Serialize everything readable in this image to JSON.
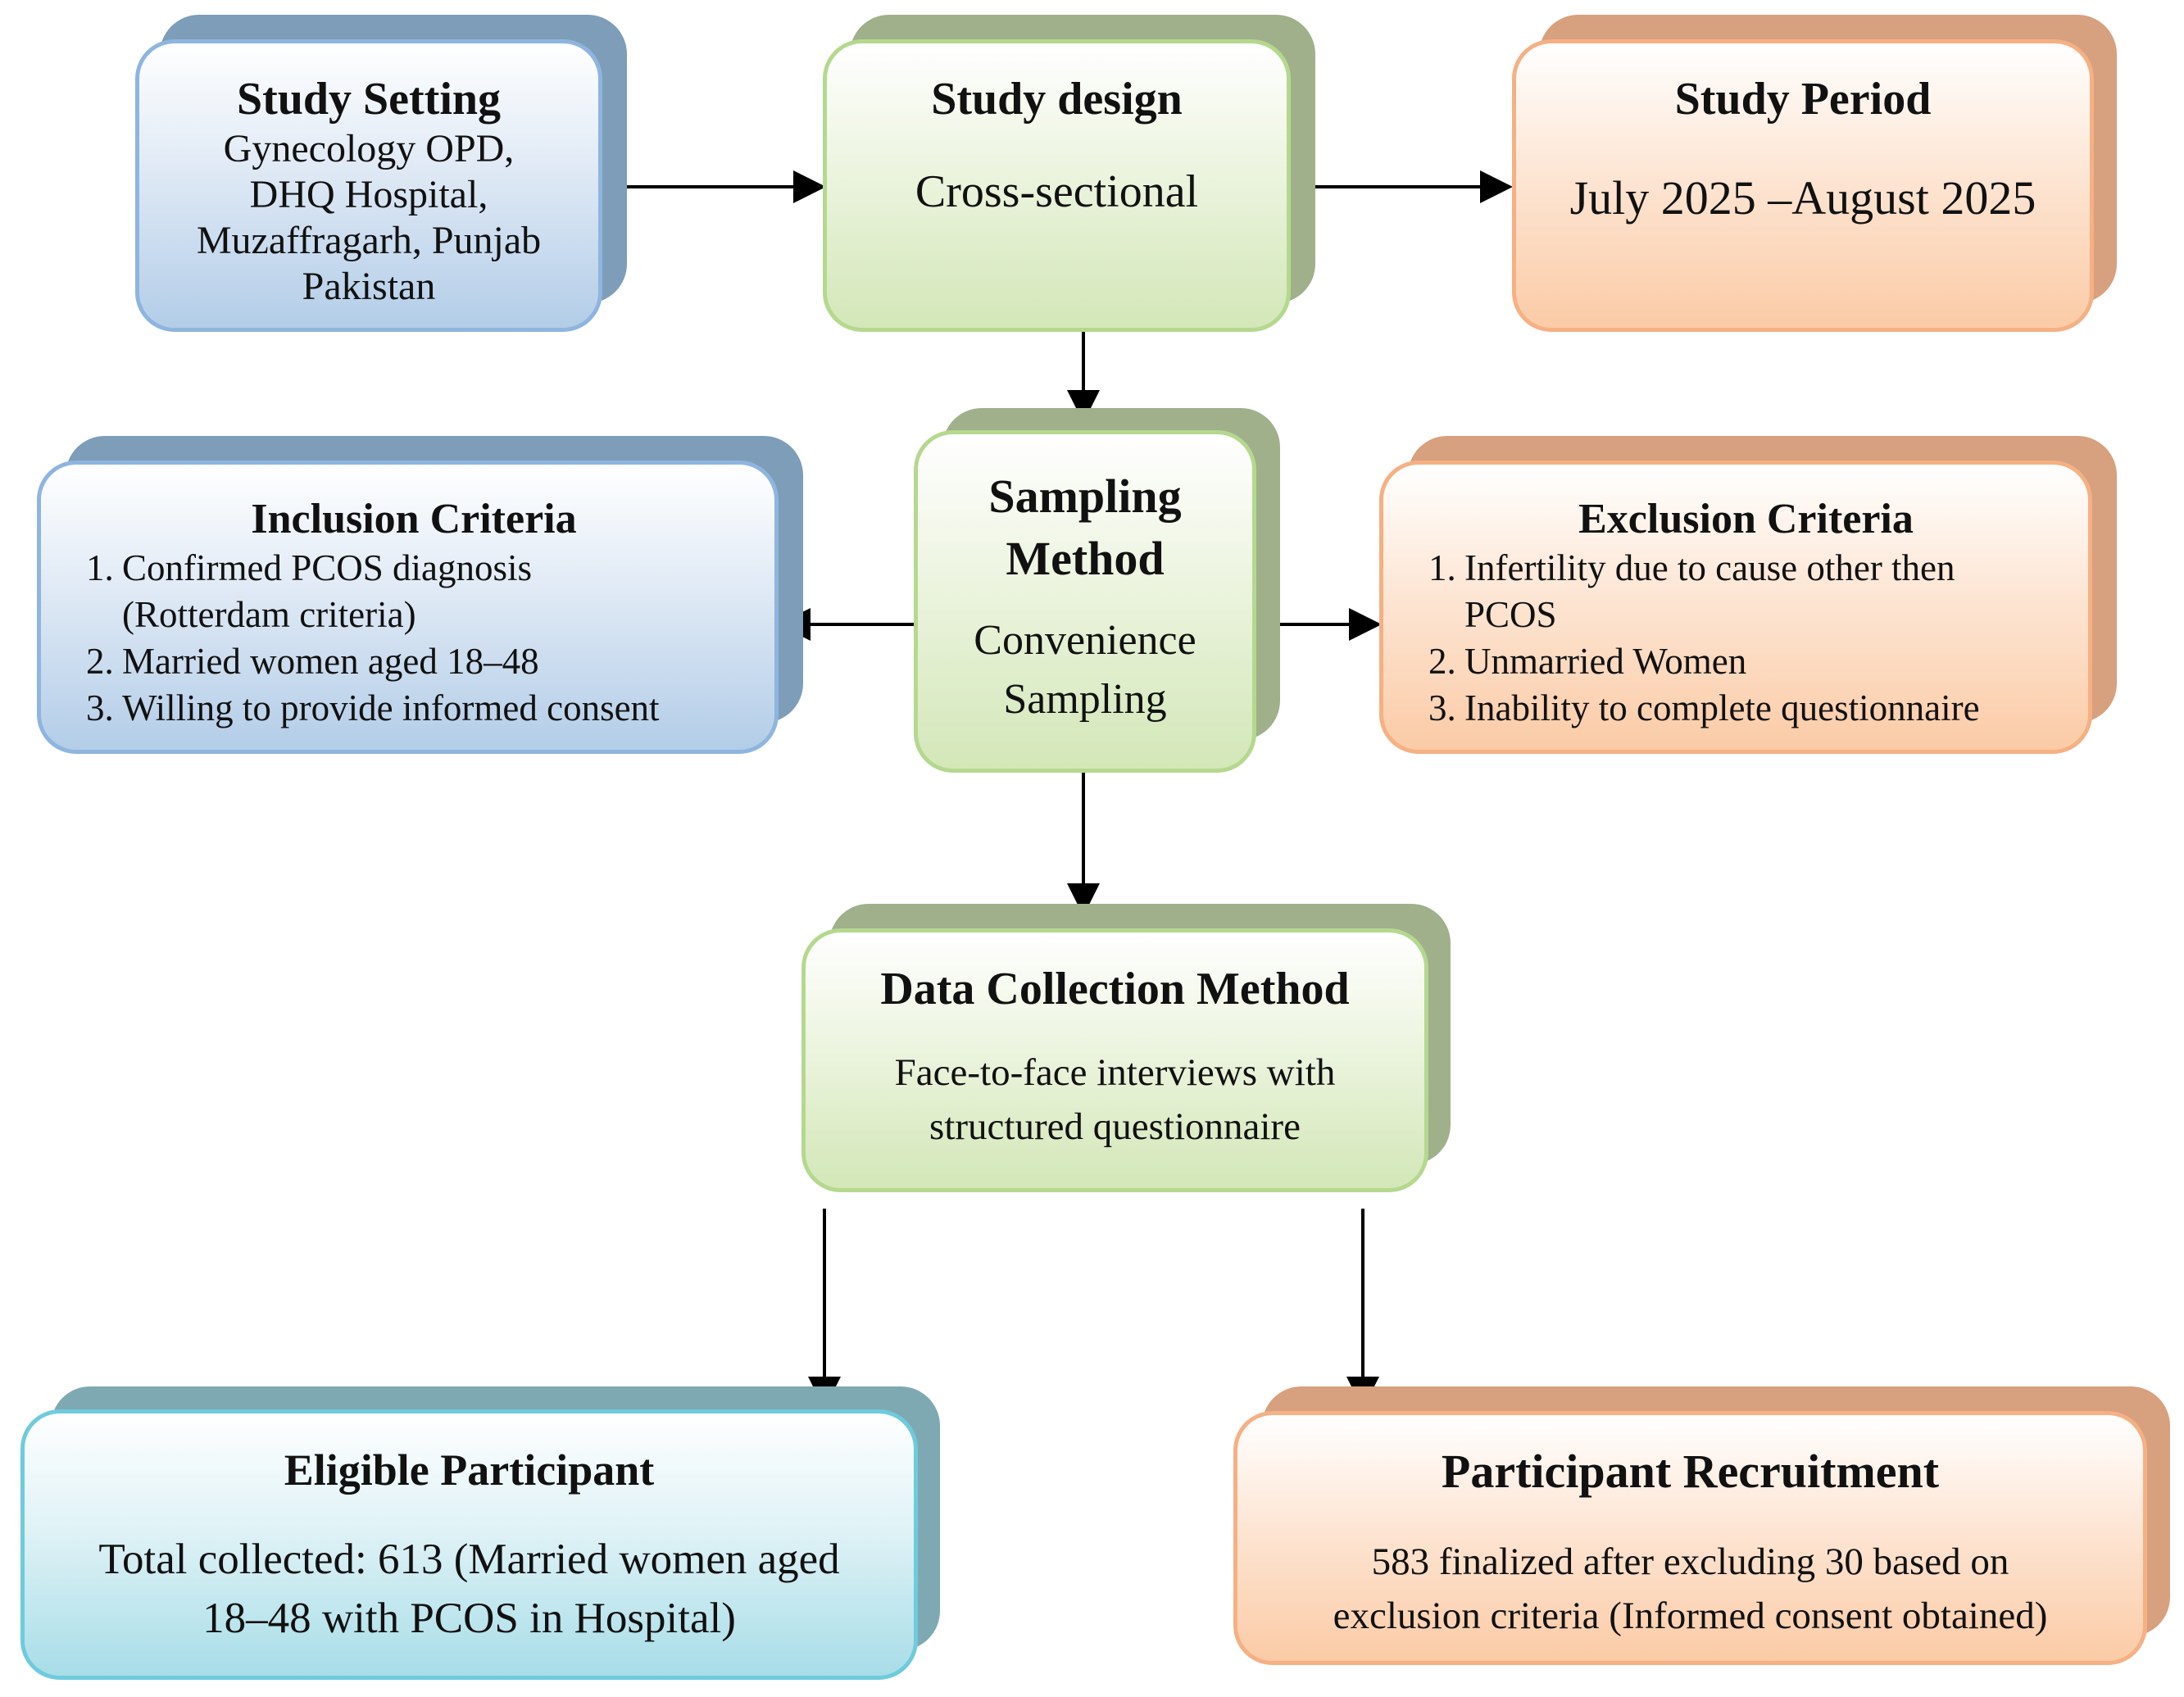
{
  "study_setting": {
    "title": "Study Setting",
    "lines": [
      "Gynecology OPD,",
      "DHQ Hospital,",
      "Muzaffragarh, Punjab",
      "Pakistan"
    ]
  },
  "study_design": {
    "title": "Study design",
    "value": "Cross-sectional"
  },
  "study_period": {
    "title": "Study Period",
    "value": "July 2025 –August 2025"
  },
  "inclusion": {
    "title": "Inclusion Criteria",
    "items": [
      {
        "num": "1.",
        "line1": "Confirmed PCOS diagnosis",
        "line2": "(Rotterdam criteria)"
      },
      {
        "num": "2.",
        "line1": "Married women aged 18–48",
        "line2": ""
      },
      {
        "num": "3.",
        "line1": "Willing to provide informed consent",
        "line2": ""
      }
    ]
  },
  "sampling": {
    "title_line1": "Sampling",
    "title_line2": "Method",
    "value_line1": "Convenience",
    "value_line2": "Sampling"
  },
  "exclusion": {
    "title": "Exclusion Criteria",
    "items": [
      {
        "num": "1.",
        "line1": "Infertility due to cause other then",
        "line2": "PCOS"
      },
      {
        "num": "2.",
        "line1": "Unmarried Women",
        "line2": ""
      },
      {
        "num": "3.",
        "line1": "Inability to complete questionnaire",
        "line2": ""
      }
    ]
  },
  "data_collection": {
    "title": "Data Collection Method",
    "line1": "Face-to-face interviews with",
    "line2": "structured questionnaire"
  },
  "eligible": {
    "title": "Eligible Participant",
    "line1": "Total collected: 613 (Married women aged",
    "line2": "18–48 with PCOS in Hospital)"
  },
  "recruitment": {
    "title": "Participant Recruitment",
    "line1": "583 finalized after excluding 30 based on",
    "line2": "exclusion criteria (Informed consent obtained)"
  },
  "colors": {
    "blue": "#8fb5df",
    "green": "#b5d88f",
    "orange": "#f5b084",
    "teal": "#6ecbdc",
    "arrow": "#000000"
  }
}
